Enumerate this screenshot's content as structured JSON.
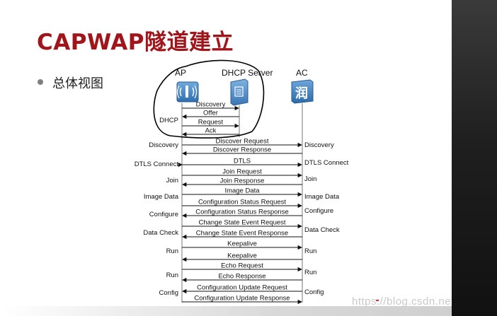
{
  "slide": {
    "title": "CAPWAP隧道建立",
    "bullet": "总体视图"
  },
  "entities": {
    "ap": "AP",
    "dhcp": "DHCP Server",
    "ac": "AC",
    "ac_icon_glyph": "润"
  },
  "messages": [
    {
      "label": "Discovery",
      "from": "ap",
      "to": "dhcp"
    },
    {
      "label": "Offer",
      "from": "dhcp",
      "to": "ap"
    },
    {
      "label": "Request",
      "from": "ap",
      "to": "dhcp"
    },
    {
      "label": "Ack",
      "from": "dhcp",
      "to": "ap"
    },
    {
      "label": "Discover Request",
      "from": "ap",
      "to": "ac"
    },
    {
      "label": "Discover Response",
      "from": "ac",
      "to": "ap"
    },
    {
      "label": "DTLS",
      "from": "both",
      "to": "both"
    },
    {
      "label": "Join Request",
      "from": "ap",
      "to": "ac"
    },
    {
      "label": "Join Response",
      "from": "ac",
      "to": "ap"
    },
    {
      "label": "Image Data",
      "from": "ap",
      "to": "ac"
    },
    {
      "label": "Configuration Status Request",
      "from": "ap",
      "to": "ac"
    },
    {
      "label": "Configuration Status Response",
      "from": "ac",
      "to": "ap"
    },
    {
      "label": "Change State Event Request",
      "from": "ap",
      "to": "ac"
    },
    {
      "label": "Change State Event Response",
      "from": "ac",
      "to": "ap"
    },
    {
      "label": "Keepalive",
      "from": "ap",
      "to": "ac"
    },
    {
      "label": "Keepalive",
      "from": "ac",
      "to": "ap"
    },
    {
      "label": "Echo Request",
      "from": "ap",
      "to": "ac"
    },
    {
      "label": "Echo Response",
      "from": "ac",
      "to": "ap"
    },
    {
      "label": "Configuration Update Request",
      "from": "ac",
      "to": "ap"
    },
    {
      "label": "Configuration Update Response",
      "from": "ap",
      "to": "ac"
    }
  ],
  "left_phases": [
    "DHCP",
    "Discovery",
    "DTLS Connect",
    "Join",
    "Image Data",
    "Configure",
    "Data Check",
    "Run",
    "Run",
    "Config"
  ],
  "right_phases": [
    "Discovery",
    "DTLS Connect",
    "Join",
    "Image Data",
    "Configure",
    "Data Check",
    "Run",
    "Run",
    "Config"
  ],
  "watermark": "https://blog.csdn.net/jingpan",
  "colors": {
    "title": "#a1141a",
    "icon_blue": "#3b7fbf",
    "annotation": "#000000",
    "sidebar": "#1f1f1f"
  }
}
